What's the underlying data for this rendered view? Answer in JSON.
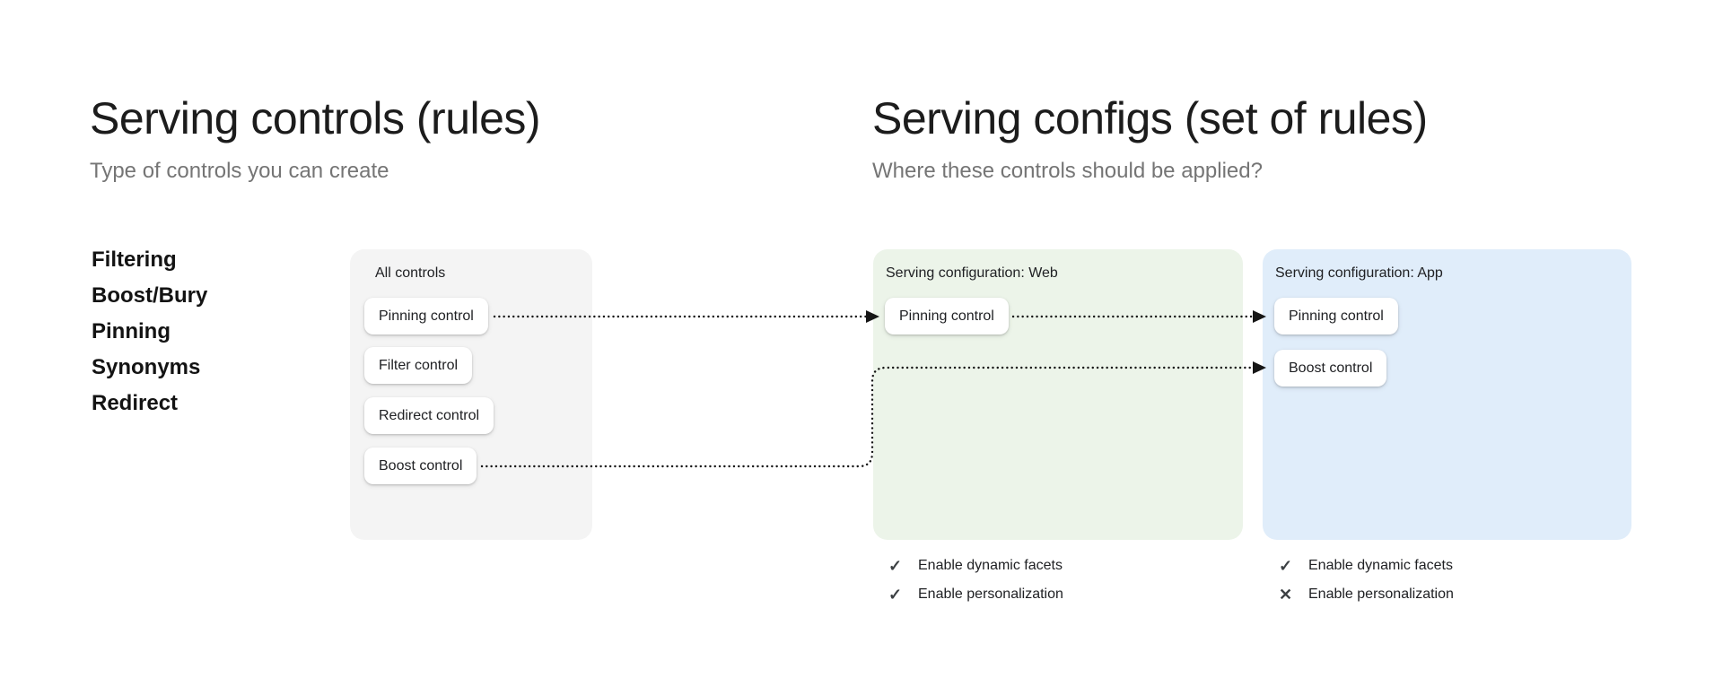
{
  "left_section": {
    "title": "Serving controls (rules)",
    "subtitle": "Type of controls you can create",
    "control_types": [
      "Filtering",
      "Boost/Bury",
      "Pinning",
      "Synonyms",
      "Redirect"
    ],
    "all_controls_card": {
      "label": "All controls",
      "controls": [
        "Pinning control",
        "Filter control",
        "Redirect control",
        "Boost control"
      ]
    }
  },
  "right_section": {
    "title": "Serving configs (set of rules)",
    "subtitle": "Where these controls should be applied?",
    "configs": [
      {
        "label": "Serving configuration: Web",
        "controls": [
          "Pinning control"
        ],
        "settings": [
          {
            "icon": "check-icon",
            "glyph": "✓",
            "label": "Enable dynamic facets"
          },
          {
            "icon": "check-icon",
            "glyph": "✓",
            "label": "Enable personalization"
          }
        ]
      },
      {
        "label": "Serving configuration: App",
        "controls": [
          "Pinning control",
          "Boost control"
        ],
        "settings": [
          {
            "icon": "check-icon",
            "glyph": "✓",
            "label": "Enable dynamic facets"
          },
          {
            "icon": "cross-icon",
            "glyph": "✕",
            "label": "Enable personalization"
          }
        ]
      }
    ]
  },
  "connections": [
    {
      "from": "Pinning control (All controls)",
      "to": "Pinning control (Web)"
    },
    {
      "from": "Pinning control (Web)",
      "to": "Pinning control (App)"
    },
    {
      "from": "Boost control (All controls)",
      "to": "Boost control (App)"
    }
  ],
  "colors": {
    "all_controls_card_bg": "#f4f4f4",
    "web_card_bg": "#ecf4e9",
    "app_card_bg": "#e0edfa",
    "chip_bg": "#ffffff",
    "heading_text": "#1c1c1c",
    "subtitle_text": "#757575",
    "arrow": "#161616",
    "icon": "#3c4043"
  }
}
